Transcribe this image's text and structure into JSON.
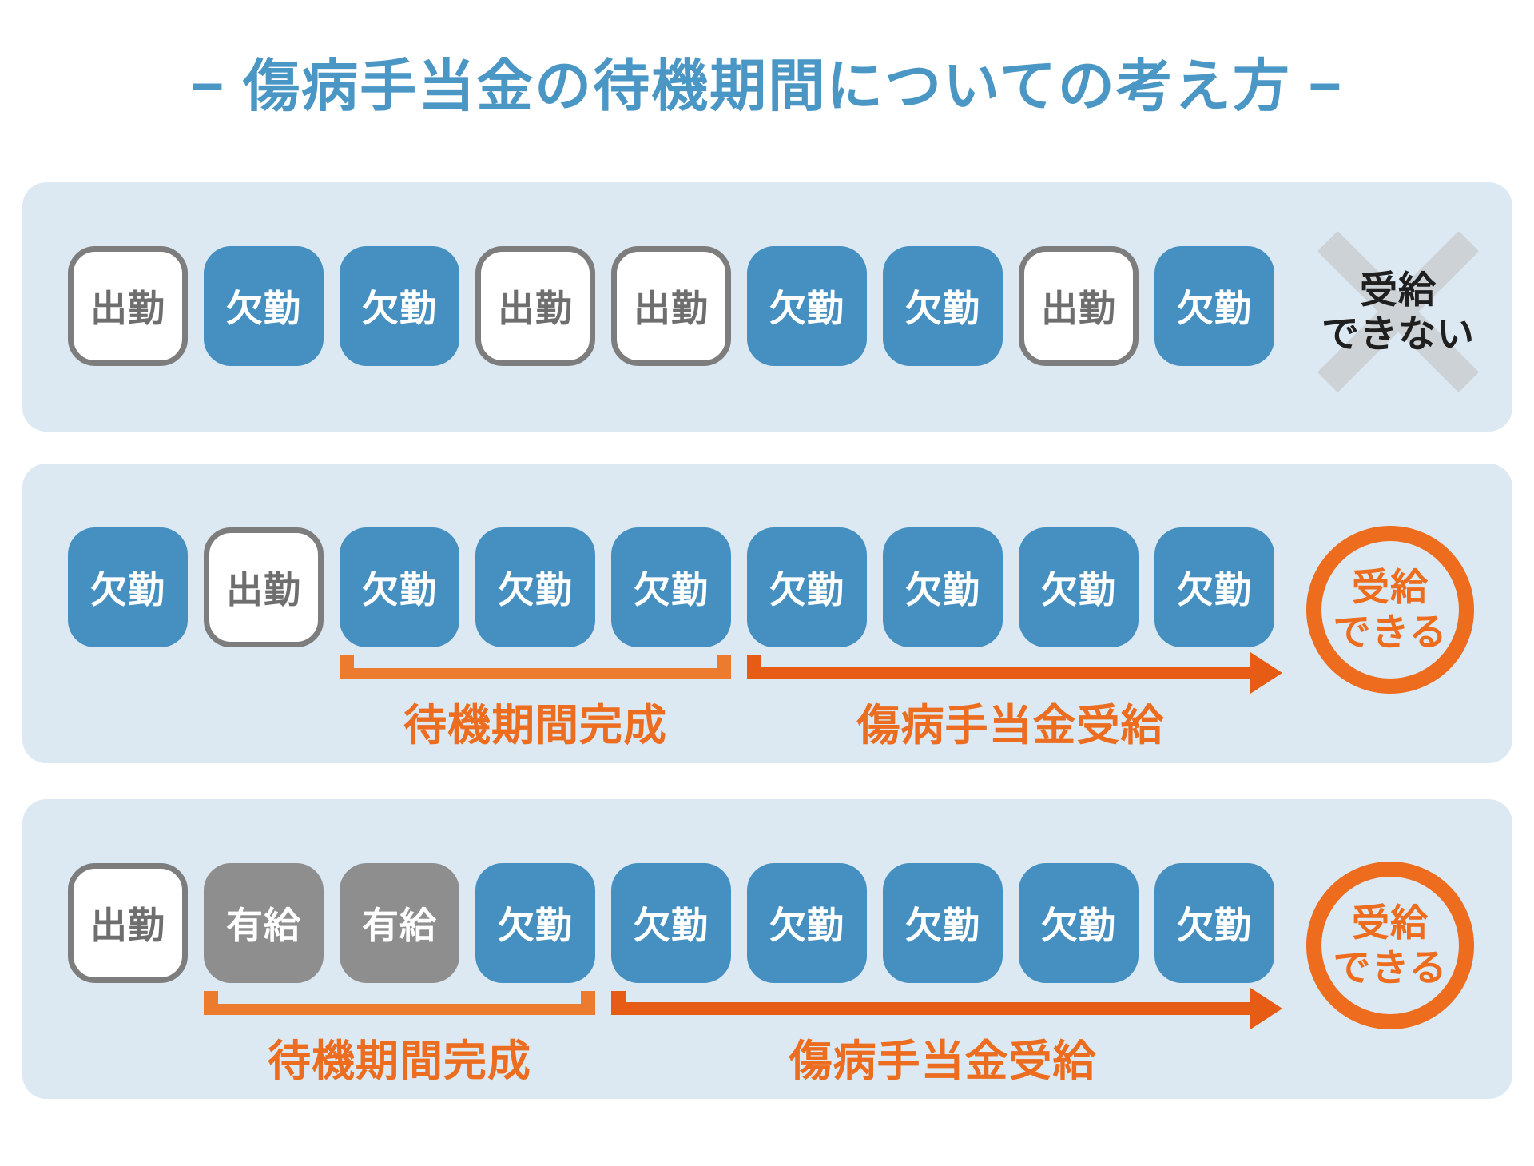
{
  "title": "− 傷病手当金の待機期間についての考え方 −",
  "colors": {
    "title_blue": "#4a96c5",
    "panel_background": "#dce9f3",
    "absence_blue": "#4590c0",
    "paid_leave_gray": "#8e8e8e",
    "attendance_border_gray": "#7d7d7d",
    "bracket_orange": "#ec7b2e",
    "arrow_orange": "#e65c15",
    "label_orange": "#ec6d1f",
    "circle_orange": "#ed6c1e",
    "cross_gray": "#cdd2d6",
    "dark_text": "#1f1f1f"
  },
  "rows": [
    {
      "name": "case-no-benefit",
      "days": [
        {
          "label": "出勤",
          "type": "attendance"
        },
        {
          "label": "欠勤",
          "type": "absence"
        },
        {
          "label": "欠勤",
          "type": "absence"
        },
        {
          "label": "出勤",
          "type": "attendance"
        },
        {
          "label": "出勤",
          "type": "attendance"
        },
        {
          "label": "欠勤",
          "type": "absence"
        },
        {
          "label": "欠勤",
          "type": "absence"
        },
        {
          "label": "出勤",
          "type": "attendance"
        },
        {
          "label": "欠勤",
          "type": "absence"
        }
      ],
      "annotations": [],
      "result": {
        "type": "cross",
        "lines": [
          "受給",
          "できない"
        ]
      }
    },
    {
      "name": "case-benefit-1",
      "days": [
        {
          "label": "欠勤",
          "type": "absence"
        },
        {
          "label": "出勤",
          "type": "attendance"
        },
        {
          "label": "欠勤",
          "type": "absence"
        },
        {
          "label": "欠勤",
          "type": "absence"
        },
        {
          "label": "欠勤",
          "type": "absence"
        },
        {
          "label": "欠勤",
          "type": "absence"
        },
        {
          "label": "欠勤",
          "type": "absence"
        },
        {
          "label": "欠勤",
          "type": "absence"
        },
        {
          "label": "欠勤",
          "type": "absence"
        }
      ],
      "annotations": [
        {
          "kind": "bracket",
          "label": "待機期間完成",
          "from_day": 2,
          "to_day": 4
        },
        {
          "kind": "arrow",
          "label": "傷病手当金受給",
          "from_day": 5,
          "to_day": 8
        }
      ],
      "result": {
        "type": "circle",
        "lines": [
          "受給",
          "できる"
        ]
      }
    },
    {
      "name": "case-benefit-2",
      "days": [
        {
          "label": "出勤",
          "type": "attendance"
        },
        {
          "label": "有給",
          "type": "paid_leave"
        },
        {
          "label": "有給",
          "type": "paid_leave"
        },
        {
          "label": "欠勤",
          "type": "absence"
        },
        {
          "label": "欠勤",
          "type": "absence"
        },
        {
          "label": "欠勤",
          "type": "absence"
        },
        {
          "label": "欠勤",
          "type": "absence"
        },
        {
          "label": "欠勤",
          "type": "absence"
        },
        {
          "label": "欠勤",
          "type": "absence"
        }
      ],
      "annotations": [
        {
          "kind": "bracket",
          "label": "待機期間完成",
          "from_day": 1,
          "to_day": 3
        },
        {
          "kind": "arrow",
          "label": "傷病手当金受給",
          "from_day": 4,
          "to_day": 8
        }
      ],
      "result": {
        "type": "circle",
        "lines": [
          "受給",
          "できる"
        ]
      }
    }
  ]
}
